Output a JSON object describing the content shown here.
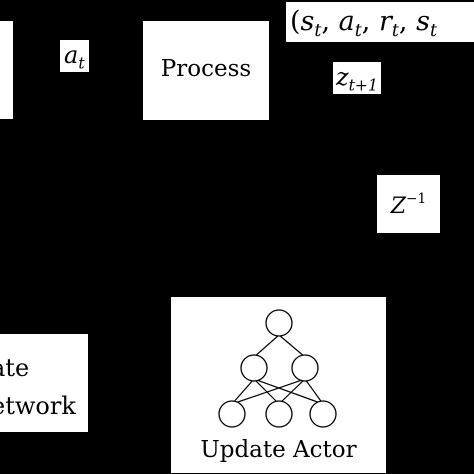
{
  "diagram": {
    "colors": {
      "background": "#000000",
      "box": "#ffffff",
      "ink": "#000000"
    },
    "blocks": {
      "left_partial": {
        "text": ""
      },
      "process": {
        "text": "Process"
      },
      "delay": {
        "base": "Z",
        "exp": "−1"
      },
      "update_network": {
        "line1": "ate",
        "line2": "etwork"
      },
      "update_actor": {
        "text": "Update Actor",
        "icon": "neural-network-icon"
      }
    },
    "labels": {
      "action": {
        "base": "a",
        "sub": "t"
      },
      "next_state": {
        "base": "z",
        "sub": "t+1"
      },
      "transition": {
        "open": "(",
        "s": "s",
        "s_sub": "t",
        "sep1": ", ",
        "a": "a",
        "a_sub": "t",
        "sep2": ", ",
        "r": "r",
        "r_sub": "t",
        "sep3": ", ",
        "s2": "s",
        "s2_sub": "t"
      }
    }
  }
}
